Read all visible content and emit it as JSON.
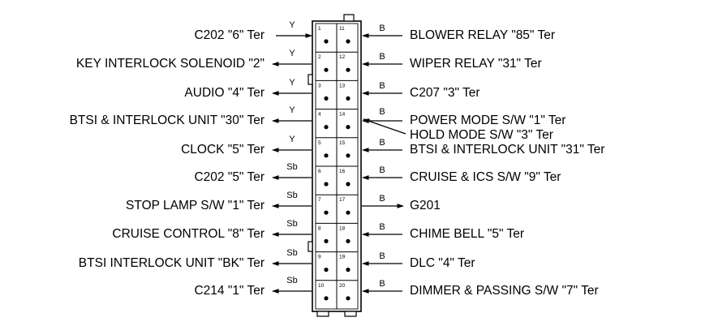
{
  "left_pins": [
    {
      "pin": "1",
      "label": "C202 \"6\" Ter",
      "wire": "Y",
      "dir": "in"
    },
    {
      "pin": "2",
      "label": "KEY INTERLOCK SOLENOID \"2\"",
      "wire": "Y",
      "dir": "out"
    },
    {
      "pin": "3",
      "label": "AUDIO \"4\" Ter",
      "wire": "Y",
      "dir": "out"
    },
    {
      "pin": "4",
      "label": "BTSI & INTERLOCK UNIT \"30\" Ter",
      "wire": "Y",
      "dir": "out"
    },
    {
      "pin": "5",
      "label": "CLOCK \"5\" Ter",
      "wire": "Y",
      "dir": "out"
    },
    {
      "pin": "6",
      "label": "C202 \"5\" Ter",
      "wire": "Sb",
      "dir": "out"
    },
    {
      "pin": "7",
      "label": "STOP LAMP S/W \"1\" Ter",
      "wire": "Sb",
      "dir": "out"
    },
    {
      "pin": "8",
      "label": "CRUISE CONTROL \"8\" Ter",
      "wire": "Sb",
      "dir": "out"
    },
    {
      "pin": "9",
      "label": "BTSI  INTERLOCK UNIT \"BK\" Ter",
      "wire": "Sb",
      "dir": "out"
    },
    {
      "pin": "10",
      "label": "C214 \"1\" Ter",
      "wire": "Sb",
      "dir": "out"
    }
  ],
  "right_pins": [
    {
      "pin": "11",
      "label": "BLOWER RELAY \"85\" Ter",
      "wire": "B",
      "dir": "in"
    },
    {
      "pin": "12",
      "label": "WIPER RELAY \"31\" Ter",
      "wire": "B",
      "dir": "in"
    },
    {
      "pin": "13",
      "label": "C207 \"3\" Ter",
      "wire": "B",
      "dir": "in"
    },
    {
      "pin": "14",
      "label": "POWER MODE S/W \"1\" Ter",
      "wire": "B",
      "dir": "in",
      "extra_label": "HOLD MODE S/W \"3\" Ter"
    },
    {
      "pin": "15",
      "label": "BTSI & INTERLOCK UNIT \"31\" Ter",
      "wire": "B",
      "dir": "in"
    },
    {
      "pin": "16",
      "label": "CRUISE & ICS S/W \"9\" Ter",
      "wire": "B",
      "dir": "in"
    },
    {
      "pin": "17",
      "label": "G201",
      "wire": "B",
      "dir": "out"
    },
    {
      "pin": "18",
      "label": "CHIME BELL \"5\" Ter",
      "wire": "B",
      "dir": "in"
    },
    {
      "pin": "19",
      "label": "DLC \"4\" Ter",
      "wire": "B",
      "dir": "in"
    },
    {
      "pin": "20",
      "label": "DIMMER & PASSING S/W \"7\" Ter",
      "wire": "B",
      "dir": "in"
    }
  ]
}
